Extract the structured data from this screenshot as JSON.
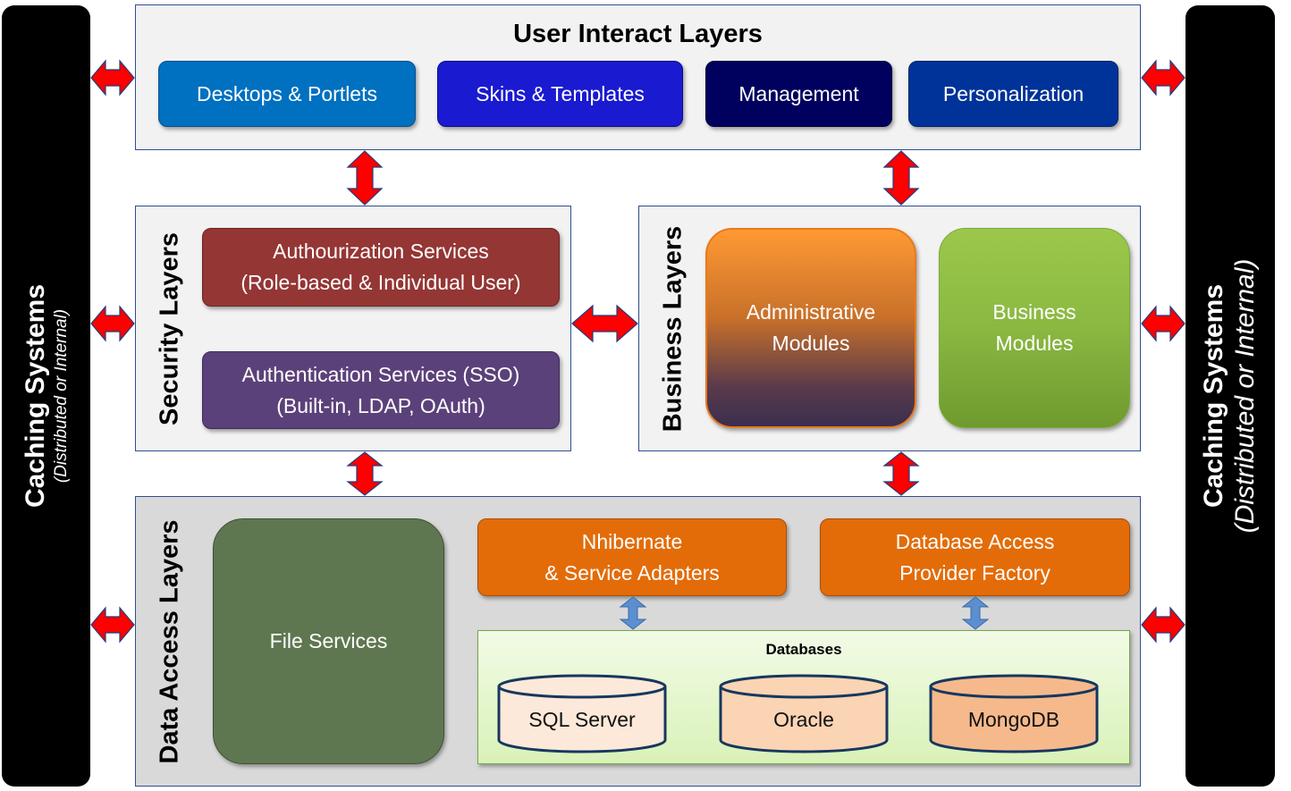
{
  "caching": {
    "left": {
      "title": "Caching Systems",
      "subtitle": "(Distributed  or Internal)"
    },
    "right": {
      "title": "Caching Systems",
      "subtitle": "(Distributed  or Internal)"
    }
  },
  "user_layer": {
    "title": "User Interact Layers",
    "items": [
      "Desktops & Portlets",
      "Skins & Templates",
      "Management",
      "Personalization"
    ]
  },
  "security_layer": {
    "title": "Security Layers",
    "authorization": {
      "line1": "Authourization Services",
      "line2": "(Role-based & Individual User)"
    },
    "authentication": {
      "line1": "Authentication Services (SSO)",
      "line2": "(Built-in, LDAP, OAuth)"
    }
  },
  "business_layer": {
    "title": "Business Layers",
    "admin": {
      "line1": "Administrative",
      "line2": "Modules"
    },
    "business": {
      "line1": "Business",
      "line2": "Modules"
    }
  },
  "data_layer": {
    "title": "Data Access Layers",
    "file_services": "File Services",
    "nhibernate": {
      "line1": "Nhibernate",
      "line2": "& Service Adapters"
    },
    "db_access": {
      "line1": "Database Access",
      "line2": "Provider Factory"
    },
    "databases": {
      "title": "Databases",
      "items": [
        "SQL Server",
        "Oracle",
        "MongoDB"
      ]
    }
  },
  "colors": {
    "red_arrow": "#ff0000",
    "blue_arrow": "#5b8fd0",
    "desktops": "#0070c0",
    "skins": "#1a1ad0",
    "management": "#00005e",
    "personalization": "#003399",
    "authorization": "#943634",
    "authentication": "#5b4179",
    "business_green": "#8ab841",
    "file_services": "#5f7750",
    "orange": "#e36c09"
  }
}
